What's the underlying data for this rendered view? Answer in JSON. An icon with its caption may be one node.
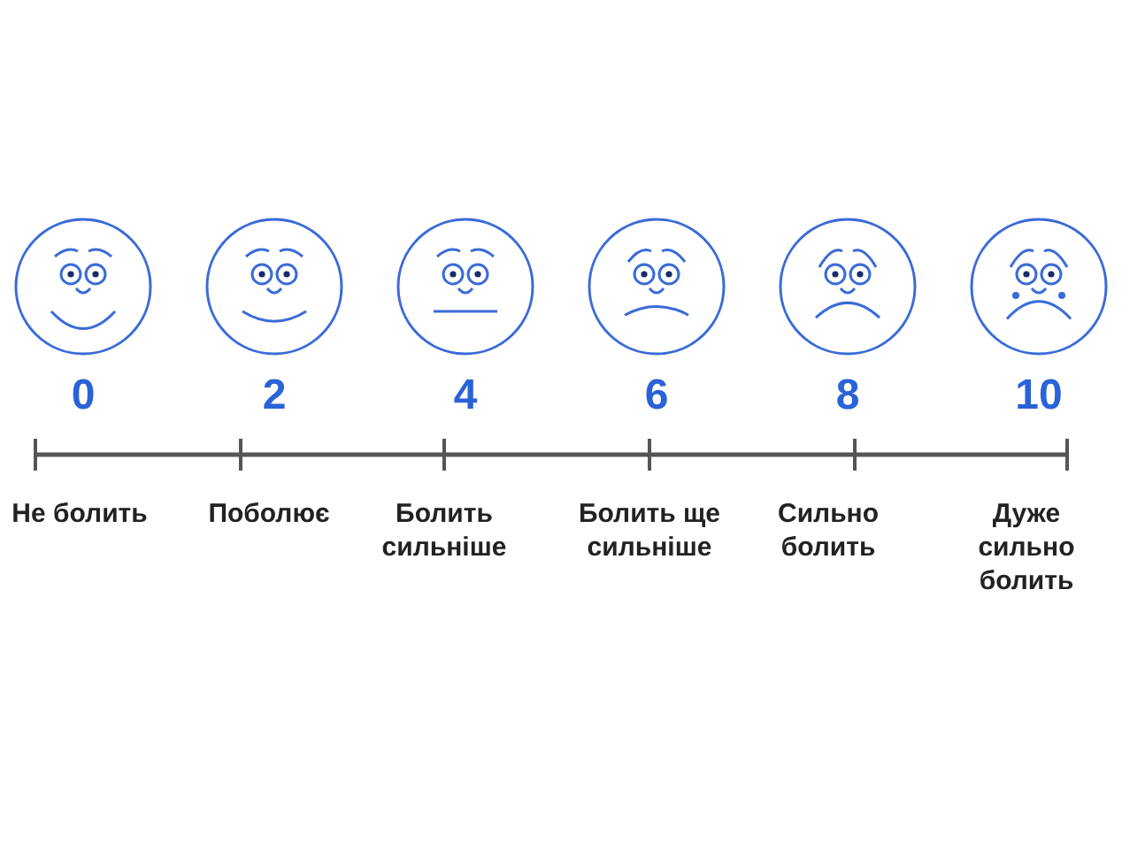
{
  "diagram": {
    "labels": [
      "0",
      "2",
      "4",
      "6",
      "8",
      "10",
      "Не болить",
      "Поболює",
      "Болить сильніше",
      "Болить ще сильніше",
      "Сильно болить",
      "Дуже сильно болить"
    ]
  }
}
